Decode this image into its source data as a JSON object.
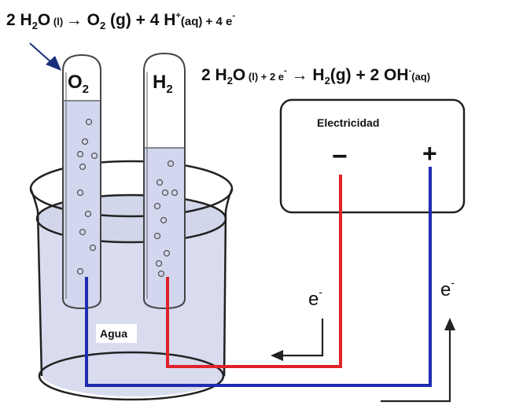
{
  "equations": {
    "top": {
      "parts": [
        "2 H",
        "2",
        "O",
        " (l) ",
        "→",
        " O",
        "2",
        " (g) + 4 H",
        "+",
        "(aq) + 4 e",
        "-"
      ]
    },
    "right": {
      "parts": [
        "2 H",
        "2",
        "O",
        " (l) + 2 e",
        "-",
        " → ",
        "H",
        "2",
        "(g) + 2 OH",
        "-",
        "(aq)"
      ]
    }
  },
  "tubes": {
    "left": {
      "gas": "O",
      "sub": "2"
    },
    "right": {
      "gas": "H",
      "sub": "2"
    }
  },
  "power_source": {
    "label": "Electricidad",
    "negative_symbol": "−",
    "positive_symbol": "+"
  },
  "electron_labels": {
    "left": {
      "base": "e",
      "sup": "-"
    },
    "right": {
      "base": "e",
      "sup": "-"
    }
  },
  "water_label": "Agua",
  "colors": {
    "negative_wire": "#e0222a",
    "positive_wire": "#1f2bb0",
    "arrow": "#1a2e7a",
    "liquid": "#d9dcee",
    "outline": "#222222"
  }
}
